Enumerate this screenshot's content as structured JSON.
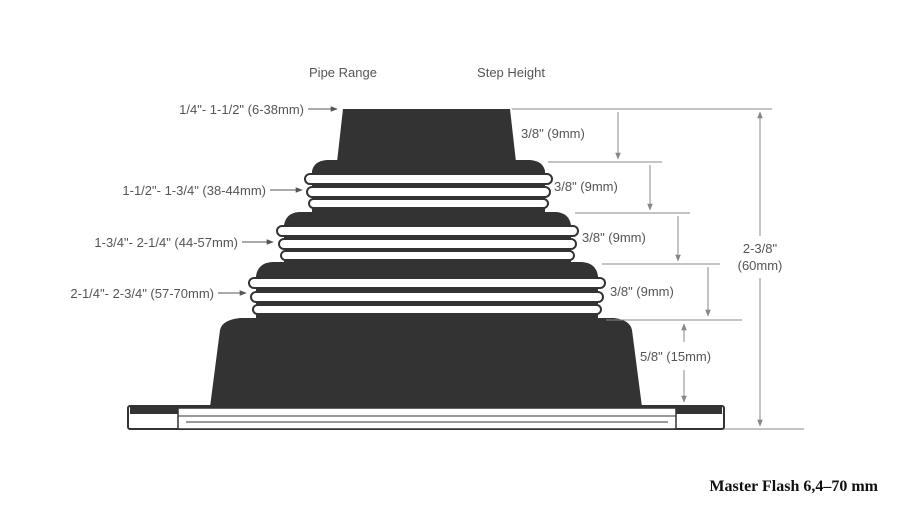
{
  "headers": {
    "pipe_range": "Pipe Range",
    "step_height": "Step Height"
  },
  "pipe_ranges": [
    "1/4\"- 1-1/2\" (6-38mm)",
    "1-1/2\"- 1-3/4\" (38-44mm)",
    "1-3/4\"- 2-1/4\" (44-57mm)",
    "2-1/4\"- 2-3/4\" (57-70mm)"
  ],
  "step_heights": [
    "3/8\" (9mm)",
    "3/8\" (9mm)",
    "3/8\" (9mm)",
    "3/8\" (9mm)",
    "5/8\" (15mm)"
  ],
  "total_height": {
    "imperial": "2-3/8\"",
    "metric": "(60mm)"
  },
  "caption": "Master Flash 6,4–70 mm",
  "colors": {
    "body": "#333333",
    "dimension_lines": "#888888",
    "label_text": "#555555"
  }
}
